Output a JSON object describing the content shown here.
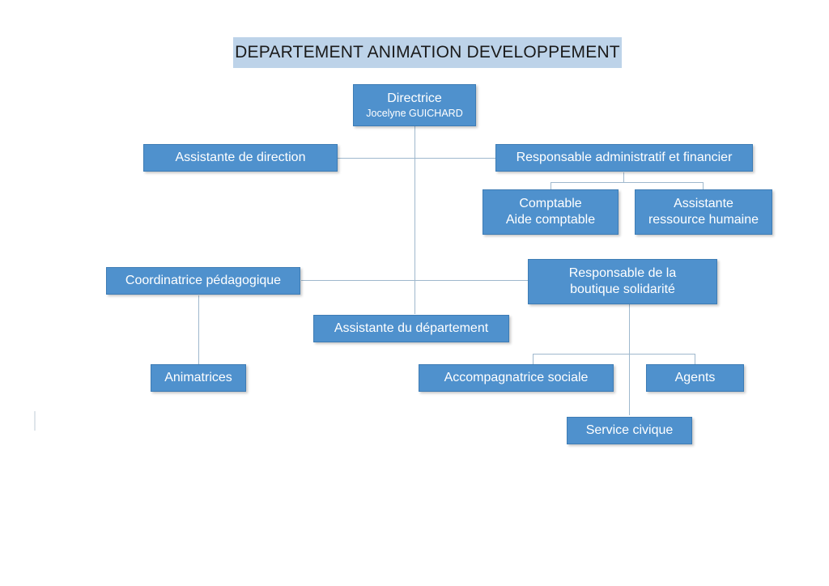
{
  "page": {
    "title_banner": "DEPARTEMENT ANIMATION DEVELOPPEMENT",
    "banner_color": "#bdd3e9",
    "node_color": "#4f91cd",
    "node_text_color": "#ffffff",
    "connector_color": "#9fb8cd",
    "background": "#ffffff"
  },
  "chart_data": {
    "type": "diagram",
    "diagram_kind": "organizational-chart",
    "title": "DEPARTEMENT ANIMATION DEVELOPPEMENT",
    "nodes": [
      {
        "id": "directrice",
        "line1": "Directrice",
        "line2": "Jocelyne GUICHARD"
      },
      {
        "id": "assistante-dir",
        "line1": "Assistante de direction",
        "line2": ""
      },
      {
        "id": "resp-admin",
        "line1": "Responsable administratif et financier",
        "line2": ""
      },
      {
        "id": "comptable",
        "line1": "Comptable",
        "line2": "Aide comptable"
      },
      {
        "id": "assistante-rh",
        "line1": "Assistante",
        "line2": "ressource humaine"
      },
      {
        "id": "coordinatrice",
        "line1": "Coordinatrice pédagogique",
        "line2": ""
      },
      {
        "id": "resp-boutique",
        "line1": "Responsable de la",
        "line2": "boutique solidarité"
      },
      {
        "id": "assistante-dept",
        "line1": "Assistante du département",
        "line2": ""
      },
      {
        "id": "animatrices",
        "line1": "Animatrices",
        "line2": ""
      },
      {
        "id": "accompagnatrice",
        "line1": "Accompagnatrice sociale",
        "line2": ""
      },
      {
        "id": "agents",
        "line1": "Agents",
        "line2": ""
      },
      {
        "id": "service-civique",
        "line1": "Service civique",
        "line2": ""
      }
    ],
    "edges": [
      {
        "from": "directrice",
        "to": "assistante-dir"
      },
      {
        "from": "directrice",
        "to": "resp-admin"
      },
      {
        "from": "directrice",
        "to": "coordinatrice"
      },
      {
        "from": "directrice",
        "to": "resp-boutique"
      },
      {
        "from": "directrice",
        "to": "assistante-dept"
      },
      {
        "from": "resp-admin",
        "to": "comptable"
      },
      {
        "from": "resp-admin",
        "to": "assistante-rh"
      },
      {
        "from": "coordinatrice",
        "to": "animatrices"
      },
      {
        "from": "resp-boutique",
        "to": "accompagnatrice"
      },
      {
        "from": "resp-boutique",
        "to": "agents"
      },
      {
        "from": "resp-boutique",
        "to": "service-civique"
      }
    ]
  }
}
